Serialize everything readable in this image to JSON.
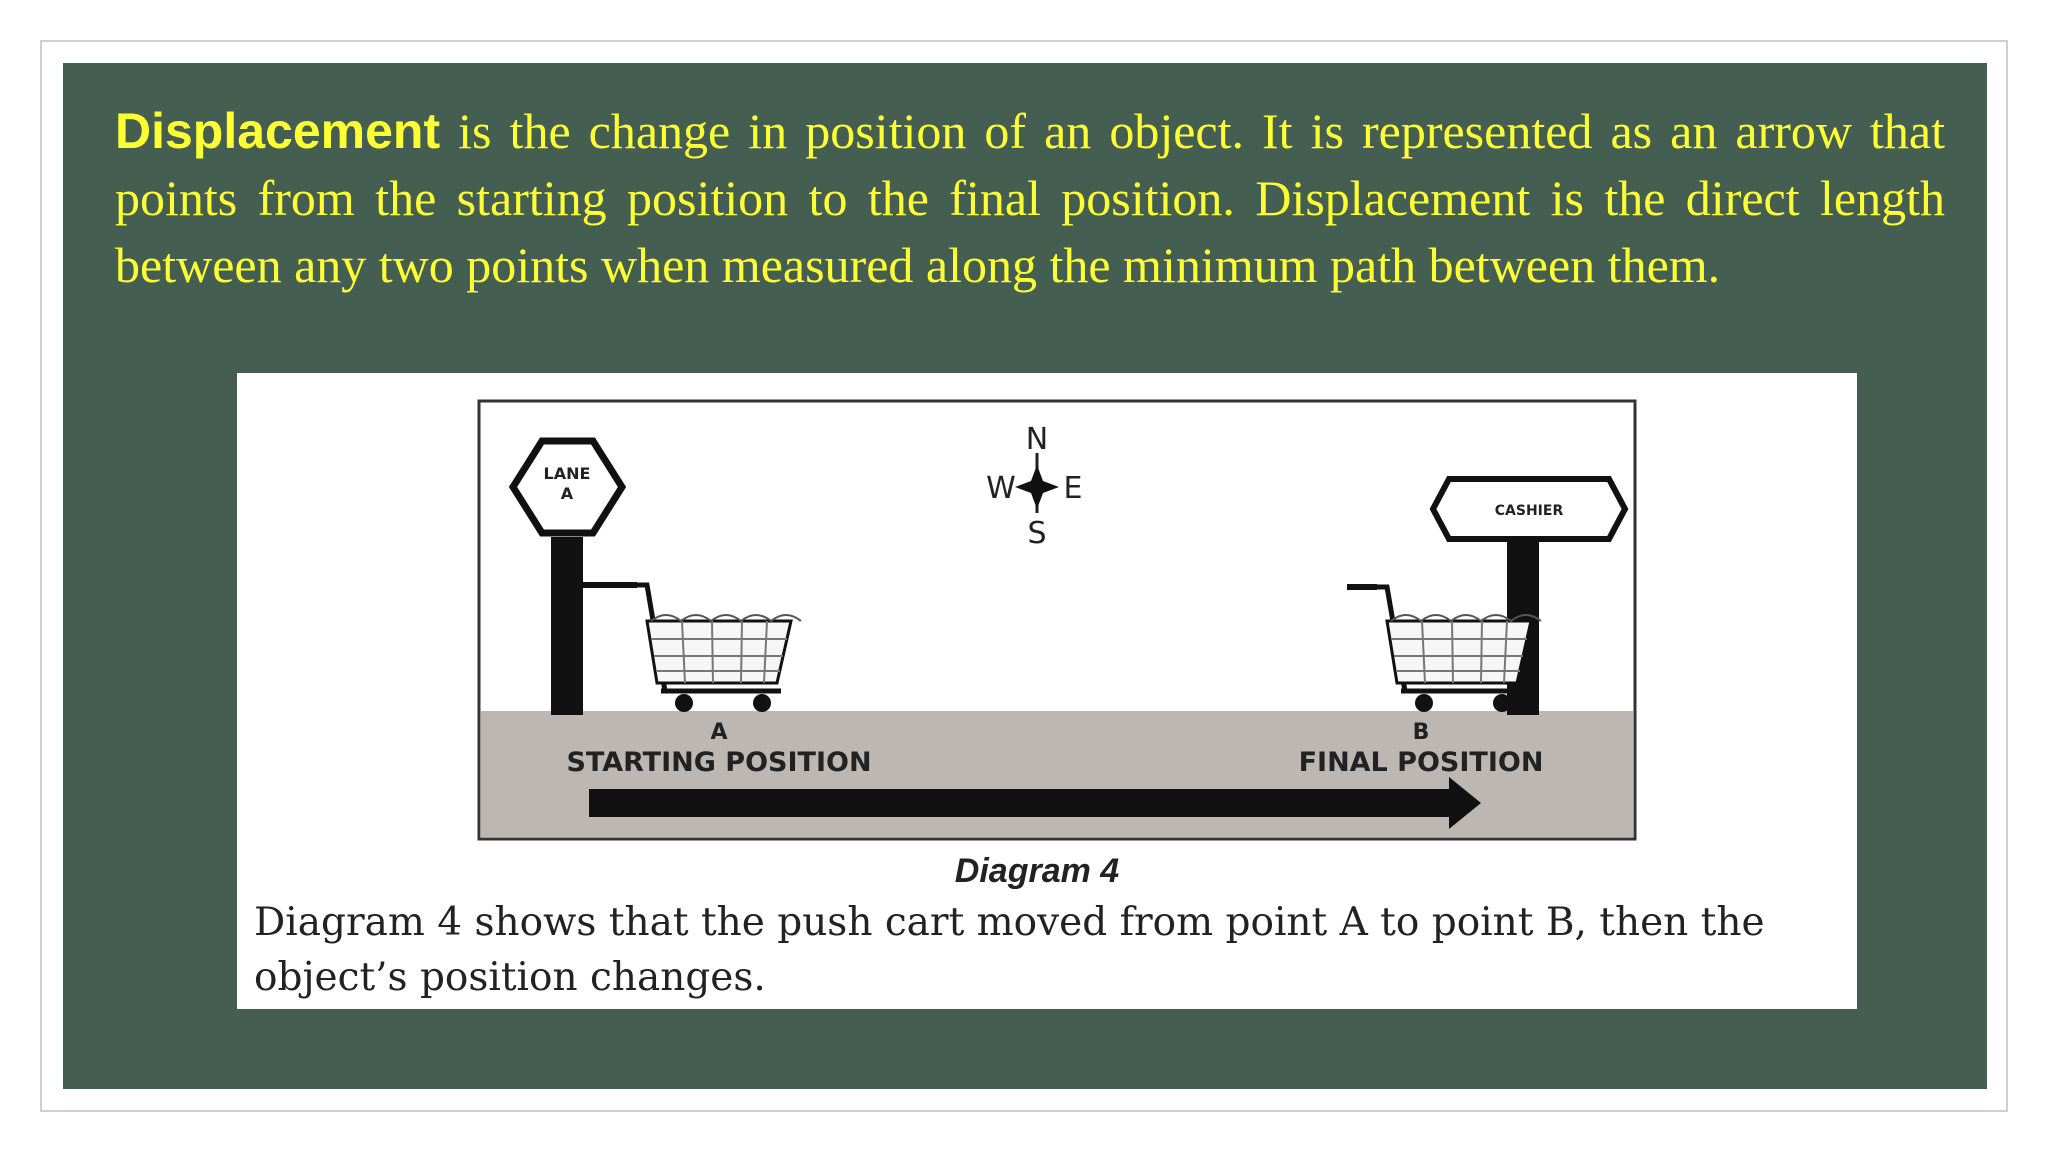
{
  "paragraph": {
    "term": "Displacement",
    "text": " is the change in position of an object. It is represented as an arrow that points from the starting position to the final position. Displacement is the direct length between any two points when measured along the minimum path between them."
  },
  "diagram": {
    "sign_left_line1": "LANE",
    "sign_left_line2": "A",
    "sign_right": "CASHIER",
    "compass": {
      "n": "N",
      "w": "W",
      "e": "E",
      "s": "S"
    },
    "point_a": "A",
    "point_b": "B",
    "start_label": "STARTING POSITION",
    "final_label": "FINAL POSITION",
    "title": "Diagram 4"
  },
  "caption": "Diagram 4 shows that the push cart moved from point A to point B, then the object’s position changes."
}
